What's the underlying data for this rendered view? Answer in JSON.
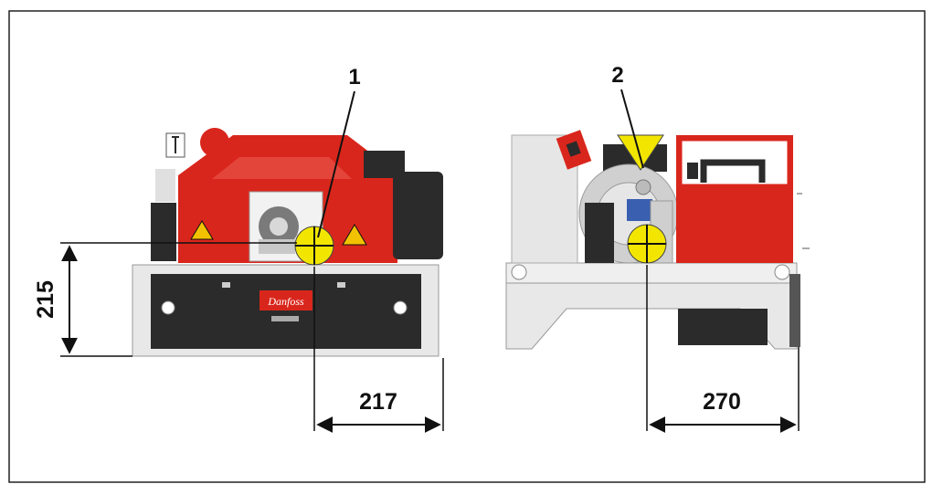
{
  "callouts": {
    "left": "1",
    "right": "2"
  },
  "dimensions": {
    "height": "215",
    "left_depth": "217",
    "right_depth": "270"
  },
  "machine_left": {
    "logo_text": "Danfoss"
  },
  "colors": {
    "machine_red": "#d9261c",
    "machine_black": "#2b2b2b",
    "base_grey": "#e6e6e6",
    "marker_yellow": "#f2e600"
  }
}
